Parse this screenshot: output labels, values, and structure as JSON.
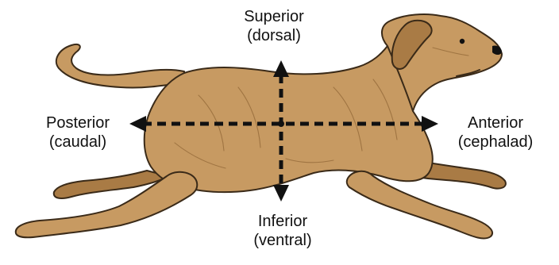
{
  "labels": {
    "superior": {
      "term": "Superior",
      "synonym": "(dorsal)"
    },
    "inferior": {
      "term": "Inferior",
      "synonym": "(ventral)"
    },
    "posterior": {
      "term": "Posterior",
      "synonym": "(caudal)"
    },
    "anterior": {
      "term": "Anterior",
      "synonym": "(cephalad)"
    }
  },
  "colors": {
    "fur": "#c79a62",
    "fur_dark": "#a97b45",
    "outline": "#3a2a18",
    "arrow": "#111111"
  }
}
